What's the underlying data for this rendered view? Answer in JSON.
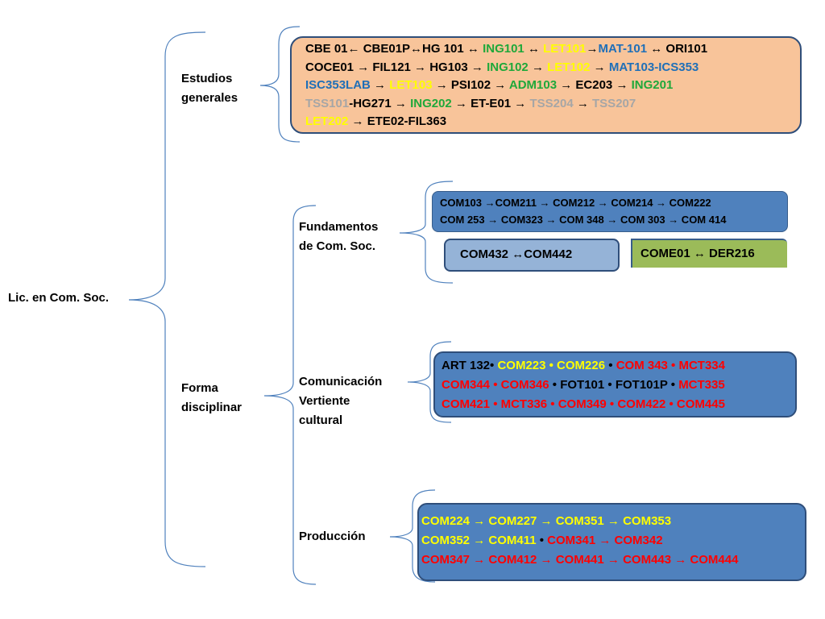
{
  "root": "Lic. en Com. Soc.",
  "sections": {
    "estudios": "Estudios\ngenerales",
    "forma": "Forma\ndisciplinar",
    "fundamentos": "Fundamentos\nde Com. Soc.",
    "comunicacion": "Comunicación\nVertiente\ncultural",
    "produccion": "Producción"
  },
  "palette": {
    "k": "#000000",
    "y": "#ffff00",
    "g": "#1fa83a",
    "b": "#1f6fb8",
    "r": "#ff0000",
    "s": "#a6a6a6",
    "orange_box": "#f8c49a",
    "blue_box": "#4f81bd",
    "light_blue_box": "#95b3d7",
    "green_box": "#9bbb59"
  },
  "boxes": {
    "estudios": [
      [
        [
          "k",
          "CBE 01← CBE01P↔HG 101 ↔ "
        ],
        [
          "g",
          "ING101"
        ],
        [
          "k",
          " ↔ "
        ],
        [
          "y",
          "LET101"
        ],
        [
          "k",
          "→"
        ],
        [
          "b",
          "MAT-101"
        ],
        [
          "k",
          " ↔ ORI101"
        ]
      ],
      [
        [
          "k",
          "COCE01 → FIL121 → HG103 → "
        ],
        [
          "g",
          "ING102"
        ],
        [
          "k",
          " → "
        ],
        [
          "y",
          "LET102"
        ],
        [
          "k",
          " → "
        ],
        [
          "b",
          "MAT103-ICS353"
        ]
      ],
      [
        [
          "b",
          "ISC353LAB"
        ],
        [
          "k",
          " → "
        ],
        [
          "y",
          "LET103"
        ],
        [
          "k",
          " → PSI102 → "
        ],
        [
          "g",
          "ADM103"
        ],
        [
          "k",
          " → EC203 → "
        ],
        [
          "g",
          "ING201"
        ]
      ],
      [
        [
          "s",
          "TSS101"
        ],
        [
          "k",
          "-HG271 → "
        ],
        [
          "g",
          "ING202"
        ],
        [
          "k",
          " → ET-E01 → "
        ],
        [
          "s",
          "TSS204"
        ],
        [
          "k",
          " → "
        ],
        [
          "s",
          "TSS207"
        ]
      ],
      [
        [
          "y",
          "LET202"
        ],
        [
          "k",
          " → ETE02-FIL363"
        ]
      ]
    ],
    "fundamentos_main": [
      [
        [
          "k",
          "COM103 →COM211 → COM212 → COM214 → COM222"
        ]
      ],
      [
        [
          "k",
          "COM 253 → COM323 → COM 348 → COM 303 → COM 414"
        ]
      ]
    ],
    "fundamentos_left": [
      [
        [
          "k",
          "COM432 ↔COM442"
        ]
      ]
    ],
    "fundamentos_right": [
      [
        [
          "k",
          "COME01 ↔ DER216"
        ]
      ]
    ],
    "comunicacion": [
      [
        [
          "k",
          "ART 132• "
        ],
        [
          "y",
          "COM223 • COM226"
        ],
        [
          "k",
          " • "
        ],
        [
          "r",
          "COM 343 • MCT334"
        ]
      ],
      [
        [
          "r",
          "COM344 • COM346"
        ],
        [
          "k",
          " • FOT101 • FOT101P • "
        ],
        [
          "r",
          "MCT335"
        ]
      ],
      [
        [
          "r",
          "COM421 • MCT336 • COM349 • COM422 • COM445"
        ]
      ]
    ],
    "produccion": [
      [
        [
          "y",
          "COM224 → COM227 → COM351 → COM353"
        ]
      ],
      [
        [
          "y",
          "COM352 → COM411"
        ],
        [
          "k",
          " • "
        ],
        [
          "r",
          "COM341 → COM342"
        ]
      ],
      [
        [
          "r",
          "COM347 → COM412 → COM441 → COM443 → COM444"
        ]
      ]
    ]
  }
}
